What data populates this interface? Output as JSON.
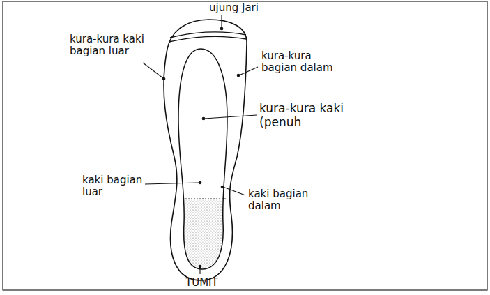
{
  "diagram": {
    "labels": [
      "ujung Jari",
      "kura-kura kaki bagian luar",
      "kura-kura bagian dalam",
      "kura-kura kaki (penuh",
      "kaki bagian luar",
      "kaki bagian dalam",
      "TUMIT"
    ]
  }
}
